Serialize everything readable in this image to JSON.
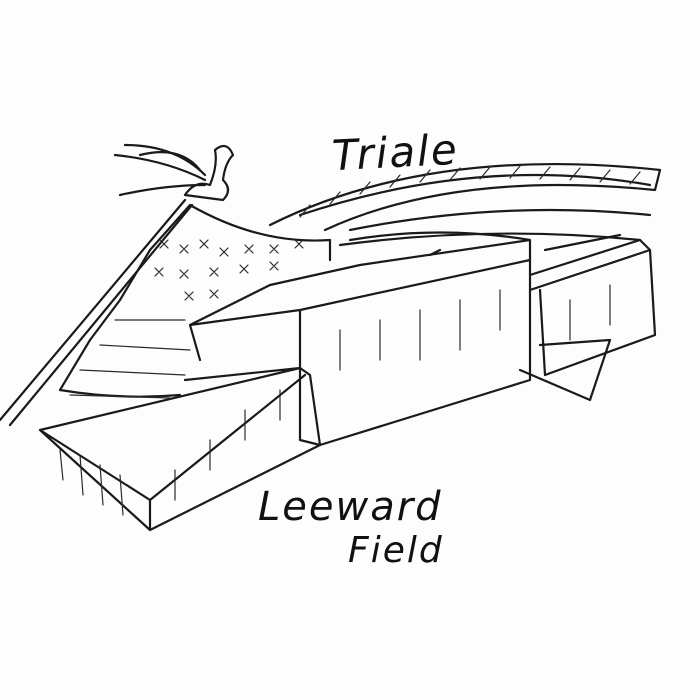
{
  "drawing": {
    "top_label": "Triale",
    "bottom_label_line1": "Leeward",
    "bottom_label_line2": "Field",
    "ink_color": "#1a1a1a",
    "paper_color": "#fdfdfd"
  }
}
